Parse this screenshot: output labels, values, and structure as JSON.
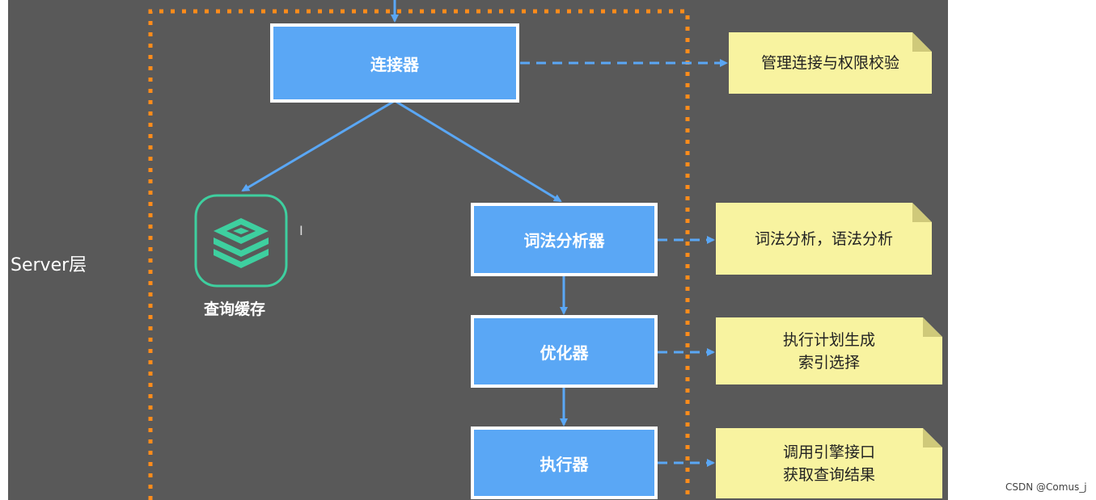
{
  "layer_label": "Server层",
  "cache": {
    "label": "查询缓存",
    "icon": "stacked-layers-icon"
  },
  "processors": {
    "connector": "连接器",
    "lexer": "词法分析器",
    "optimizer": "优化器",
    "executor": "执行器"
  },
  "notes": {
    "connector": [
      "管理连接与权限校验"
    ],
    "lexer": [
      "词法分析，语法分析"
    ],
    "optimizer": [
      "执行计划生成",
      "索引选择"
    ],
    "executor": [
      "调用引擎接口",
      "获取查询结果"
    ]
  },
  "watermark": "CSDN @Comus_j",
  "colors": {
    "background": "#595959",
    "process_box": "#5aa7f5",
    "arrow": "#5aa7f5",
    "dotted_border": "#ff8c1a",
    "note": "#f8f3a0",
    "cache_icon": "#3ecf9f"
  }
}
